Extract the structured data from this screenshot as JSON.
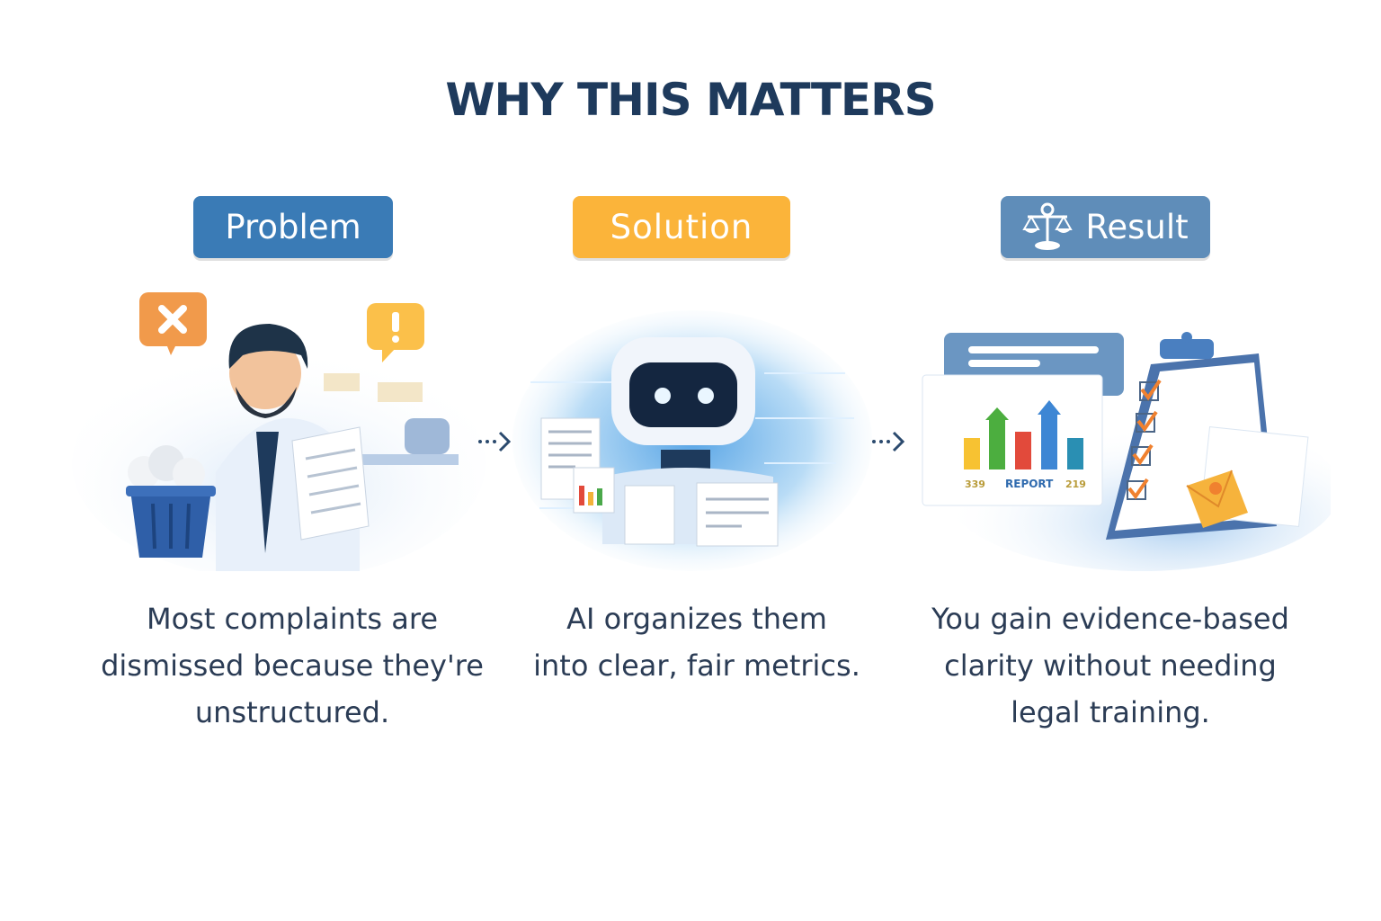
{
  "title": "WHY THIS MATTERS",
  "columns": [
    {
      "badge": "Problem",
      "badge_color": "#3a7bb6",
      "illustration": "frustrated-man-with-papers-and-trash-bin",
      "caption": [
        "Most complaints are",
        "dismissed because they're",
        "unstructured."
      ]
    },
    {
      "badge": "Solution",
      "badge_color": "#fbb43a",
      "illustration": "ai-robot-organizing-documents",
      "caption": [
        "AI organizes them",
        "into clear, fair metrics."
      ]
    },
    {
      "badge": "Result",
      "badge_color": "#5f8db9",
      "badge_icon": "scales-icon",
      "illustration": "report-chart-and-checklist-clipboard",
      "report_label": "REPORT",
      "report_numbers": [
        "339",
        "219"
      ],
      "caption": [
        "You gain evidence-based",
        "clarity without needing",
        "legal training."
      ]
    }
  ],
  "arrow_icon": "dotted-arrow-right-icon"
}
